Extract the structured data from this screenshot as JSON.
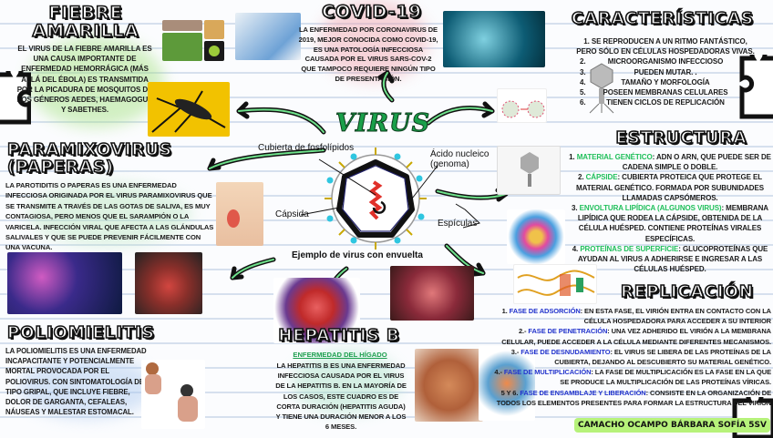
{
  "center": {
    "title": "VIRUS",
    "labels": {
      "envelope": "Cubierta de fosfolípidos",
      "nucleic": "Ácido nucleico (genoma)",
      "capsid": "Cápsida",
      "spikes": "Espículas",
      "caption": "Ejemplo de virus con envuelta"
    }
  },
  "fiebre": {
    "title_1": "FIEBRE",
    "title_2": "AMARILLA",
    "text": "El virus de la fiebre amarilla es una causa importante de enfermedad hemorrágica (más allá del ébola) es transmitida por la picadura de mosquitos de los géneros Aedes, Haemagogus y Sabethes."
  },
  "covid": {
    "title": "COVID-19",
    "text": "La enfermedad por coronavirus de 2019, mejor conocida como COVID-19, es una patología infecciosa causada por el virus SARS-CoV-2 que tampoco requiere ningún tipo de presentación."
  },
  "caracteristicas": {
    "title": "CARACTERÍSTICAS",
    "items": [
      {
        "n": "1.",
        "t": "Se reproducen a un ritmo fantástico,",
        "t2": "pero sólo en células hospedadoras vivas."
      },
      {
        "n": "2.",
        "t": "Microorganismo infeccioso"
      },
      {
        "n": "3.",
        "t": "Pueden mutar. ."
      },
      {
        "n": "4.",
        "t": "Tamaño y morfología"
      },
      {
        "n": "5.",
        "t": "Poseen membranas celulares"
      },
      {
        "n": "6.",
        "t": "Tienen ciclos de replicación"
      }
    ]
  },
  "paramixo": {
    "title_1": "PARAMIXOVIRUS",
    "title_2": "(PAPERAS)",
    "text": "La parotiditis o paperas es una enfermedad infecciosa originada por el virus paramixovirus que se transmite a través de las gotas de saliva, es muy contagiosa, pero menos que el sarampión o la varicela. Infección viral que afecta a las glándulas salivales y que se puede prevenir fácilmente con una vacuna."
  },
  "estructura": {
    "title": "ESTRUCTURA",
    "items": [
      {
        "n": "1.",
        "k": "Material genético",
        "t": ": ADN o ARN, que puede ser de cadena simple o doble."
      },
      {
        "n": "2.",
        "k": "Cápside",
        "t": ": Cubierta proteica que protege el material genético. Formada por subunidades llamadas capsómeros."
      },
      {
        "n": "3.",
        "k": "Envoltura lipídica (algunos virus)",
        "t": ": Membrana lipídica que rodea la cápside, obtenida de la célula huésped. Contiene proteínas virales específicas."
      },
      {
        "n": "4.",
        "k": "Proteínas de superficie",
        "t": ": Glucoproteínas que ayudan al virus a adherirse e ingresar a las células huésped."
      }
    ]
  },
  "replicacion": {
    "title": "REPLICACIÓN",
    "items": [
      {
        "n": "1.",
        "k": "Fase de adsorción",
        "t": ": En esta fase, el virión entra en contacto con la célula hospedadora para acceder a su interior"
      },
      {
        "n": "2.-",
        "k": "Fase de penetración",
        "t": ": Una vez adherido el virión a la membrana celular, puede acceder a la célula mediante diferentes mecanismos."
      },
      {
        "n": "3.-",
        "k": "Fase de desnudamiento",
        "t": ": El virus se libera de las proteínas de la cubierta, dejando al descubierto su material genético."
      },
      {
        "n": "4.-",
        "k": "Fase de multiplicación",
        "t": ": La fase de multiplicación es la fase en la que se produce la multiplicación de las proteínas víricas."
      },
      {
        "n": "5 y 6.",
        "k": "Fase de ensamblaje y liberación",
        "t": ": Consiste en la organización de todos los elementos presentes para formar la estructura del virión"
      }
    ]
  },
  "polio": {
    "title": "POLIOMIELITIS",
    "text": "La poliomielitis es una enfermedad incapacitante y potencialmente mortal provocada por el poliovirus. Con sintomatología de tipo gripal, que incluye fiebre, dolor de garganta, cefaleas, náuseas y malestar estomacal."
  },
  "hepatitis": {
    "title": "HEPATITIS B",
    "subtitle": "Enfermedad del hígado",
    "text": "La hepatitis B es una enfermedad infecciosa causada por el virus de la hepatitis B. En la mayoría de los casos, este cuadro es de corta duración (hepatitis aguda) y tiene una duración menor a los 6 meses."
  },
  "author": "CAMACHO OCAMPO BÁRBARA SOFÍA 5SV",
  "colors": {
    "green_accent": "#1fbf5a",
    "blue_accent": "#2233cc",
    "badge": "#b6f27a"
  }
}
